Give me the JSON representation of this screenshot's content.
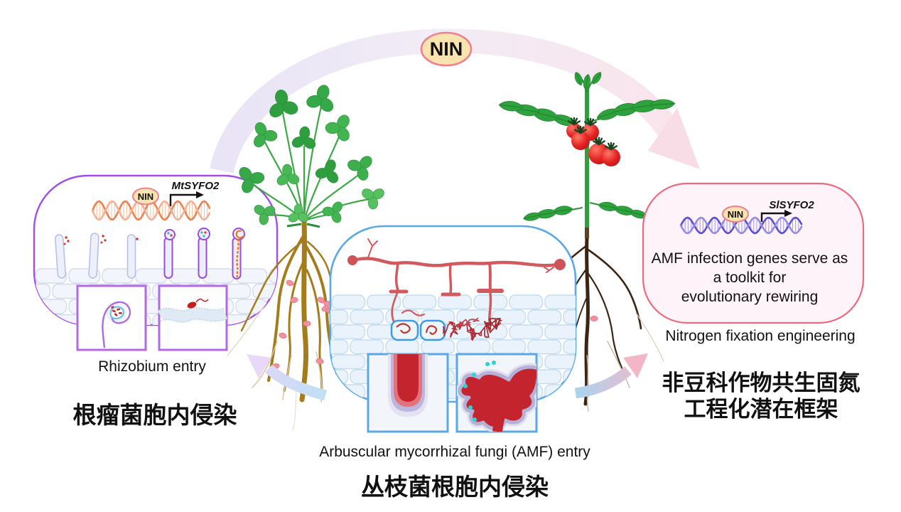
{
  "figure": {
    "top_badge": {
      "label": "NIN"
    },
    "left_panel": {
      "nin_badge": "NIN",
      "gene": "MtSYFO2",
      "caption_en": "Rhizobium entry",
      "caption_zh": "根瘤菌胞内侵染"
    },
    "center_panel": {
      "caption_en": "Arbuscular mycorrhizal fungi (AMF) entry",
      "caption_zh": "丛枝菌根胞内侵染"
    },
    "right_panel": {
      "nin_badge": "NIN",
      "gene": "SlSYFO2",
      "statement_lines": [
        "AMF infection genes serve as",
        "a toolkit for",
        "evolutionary rewiring"
      ],
      "caption_en": "Nitrogen fixation engineering",
      "caption_zh_lines": [
        "非豆科作物共生固氮",
        "工程化潜在框架"
      ]
    },
    "colors": {
      "left_bubble_border": "#a24de8",
      "center_bubble_border": "#58a9e6",
      "right_bubble_border": "#ed6a80",
      "right_bubble_fill": "#fdf3f8",
      "nin_fill": "#f9e3ae",
      "nin_border": "#ee8090",
      "dna_left": "#e8824f",
      "dna_right": "#5a50cc",
      "hyphae_red": "#d15a5e",
      "nodule_pink": "#f0919e",
      "arc_left": "#e9e4f6",
      "arc_right": "#fbe3eb"
    }
  }
}
